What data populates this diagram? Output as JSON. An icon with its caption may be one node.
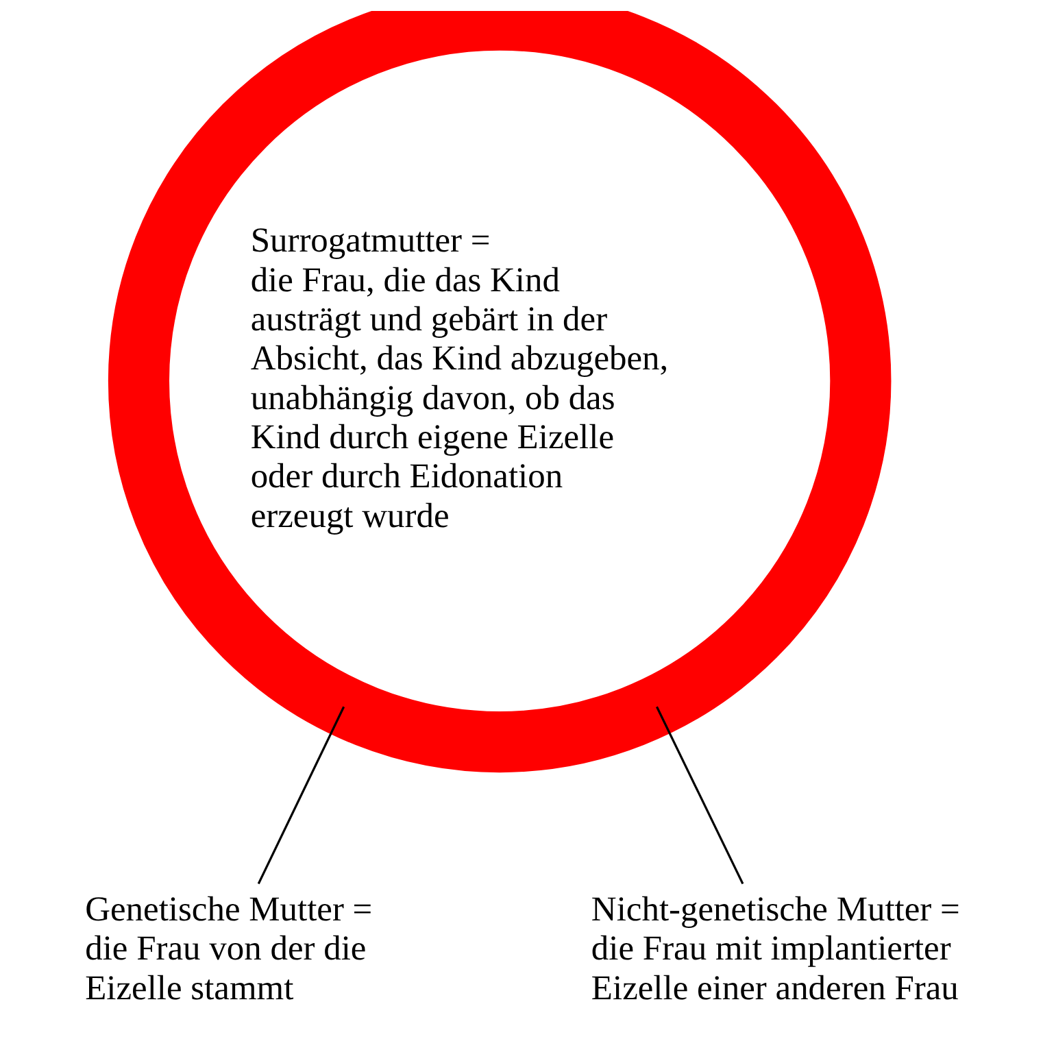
{
  "diagram": {
    "nodes": [
      {
        "text": [
          "Surrogatmutter =",
          "die Frau, die das Kind austrägt und gebärt in der Absicht, das Kind abzugeben, unabhängig davon, ob das Kind durch eigene Eizelle oder durch Eidonation erzeugt wurde"
        ]
      },
      {
        "text": [
          "Genetische Mutter =",
          "die Frau von der die Eizelle stammt"
        ]
      },
      {
        "text": [
          "Nicht-genetische Mutter =",
          "die Frau mit implantierter Eizelle einer anderen Frau"
        ]
      }
    ],
    "edges": [
      {
        "from": 0,
        "to": 1,
        "arrow": "none"
      },
      {
        "from": 0,
        "to": 2,
        "arrow": "none"
      }
    ]
  }
}
